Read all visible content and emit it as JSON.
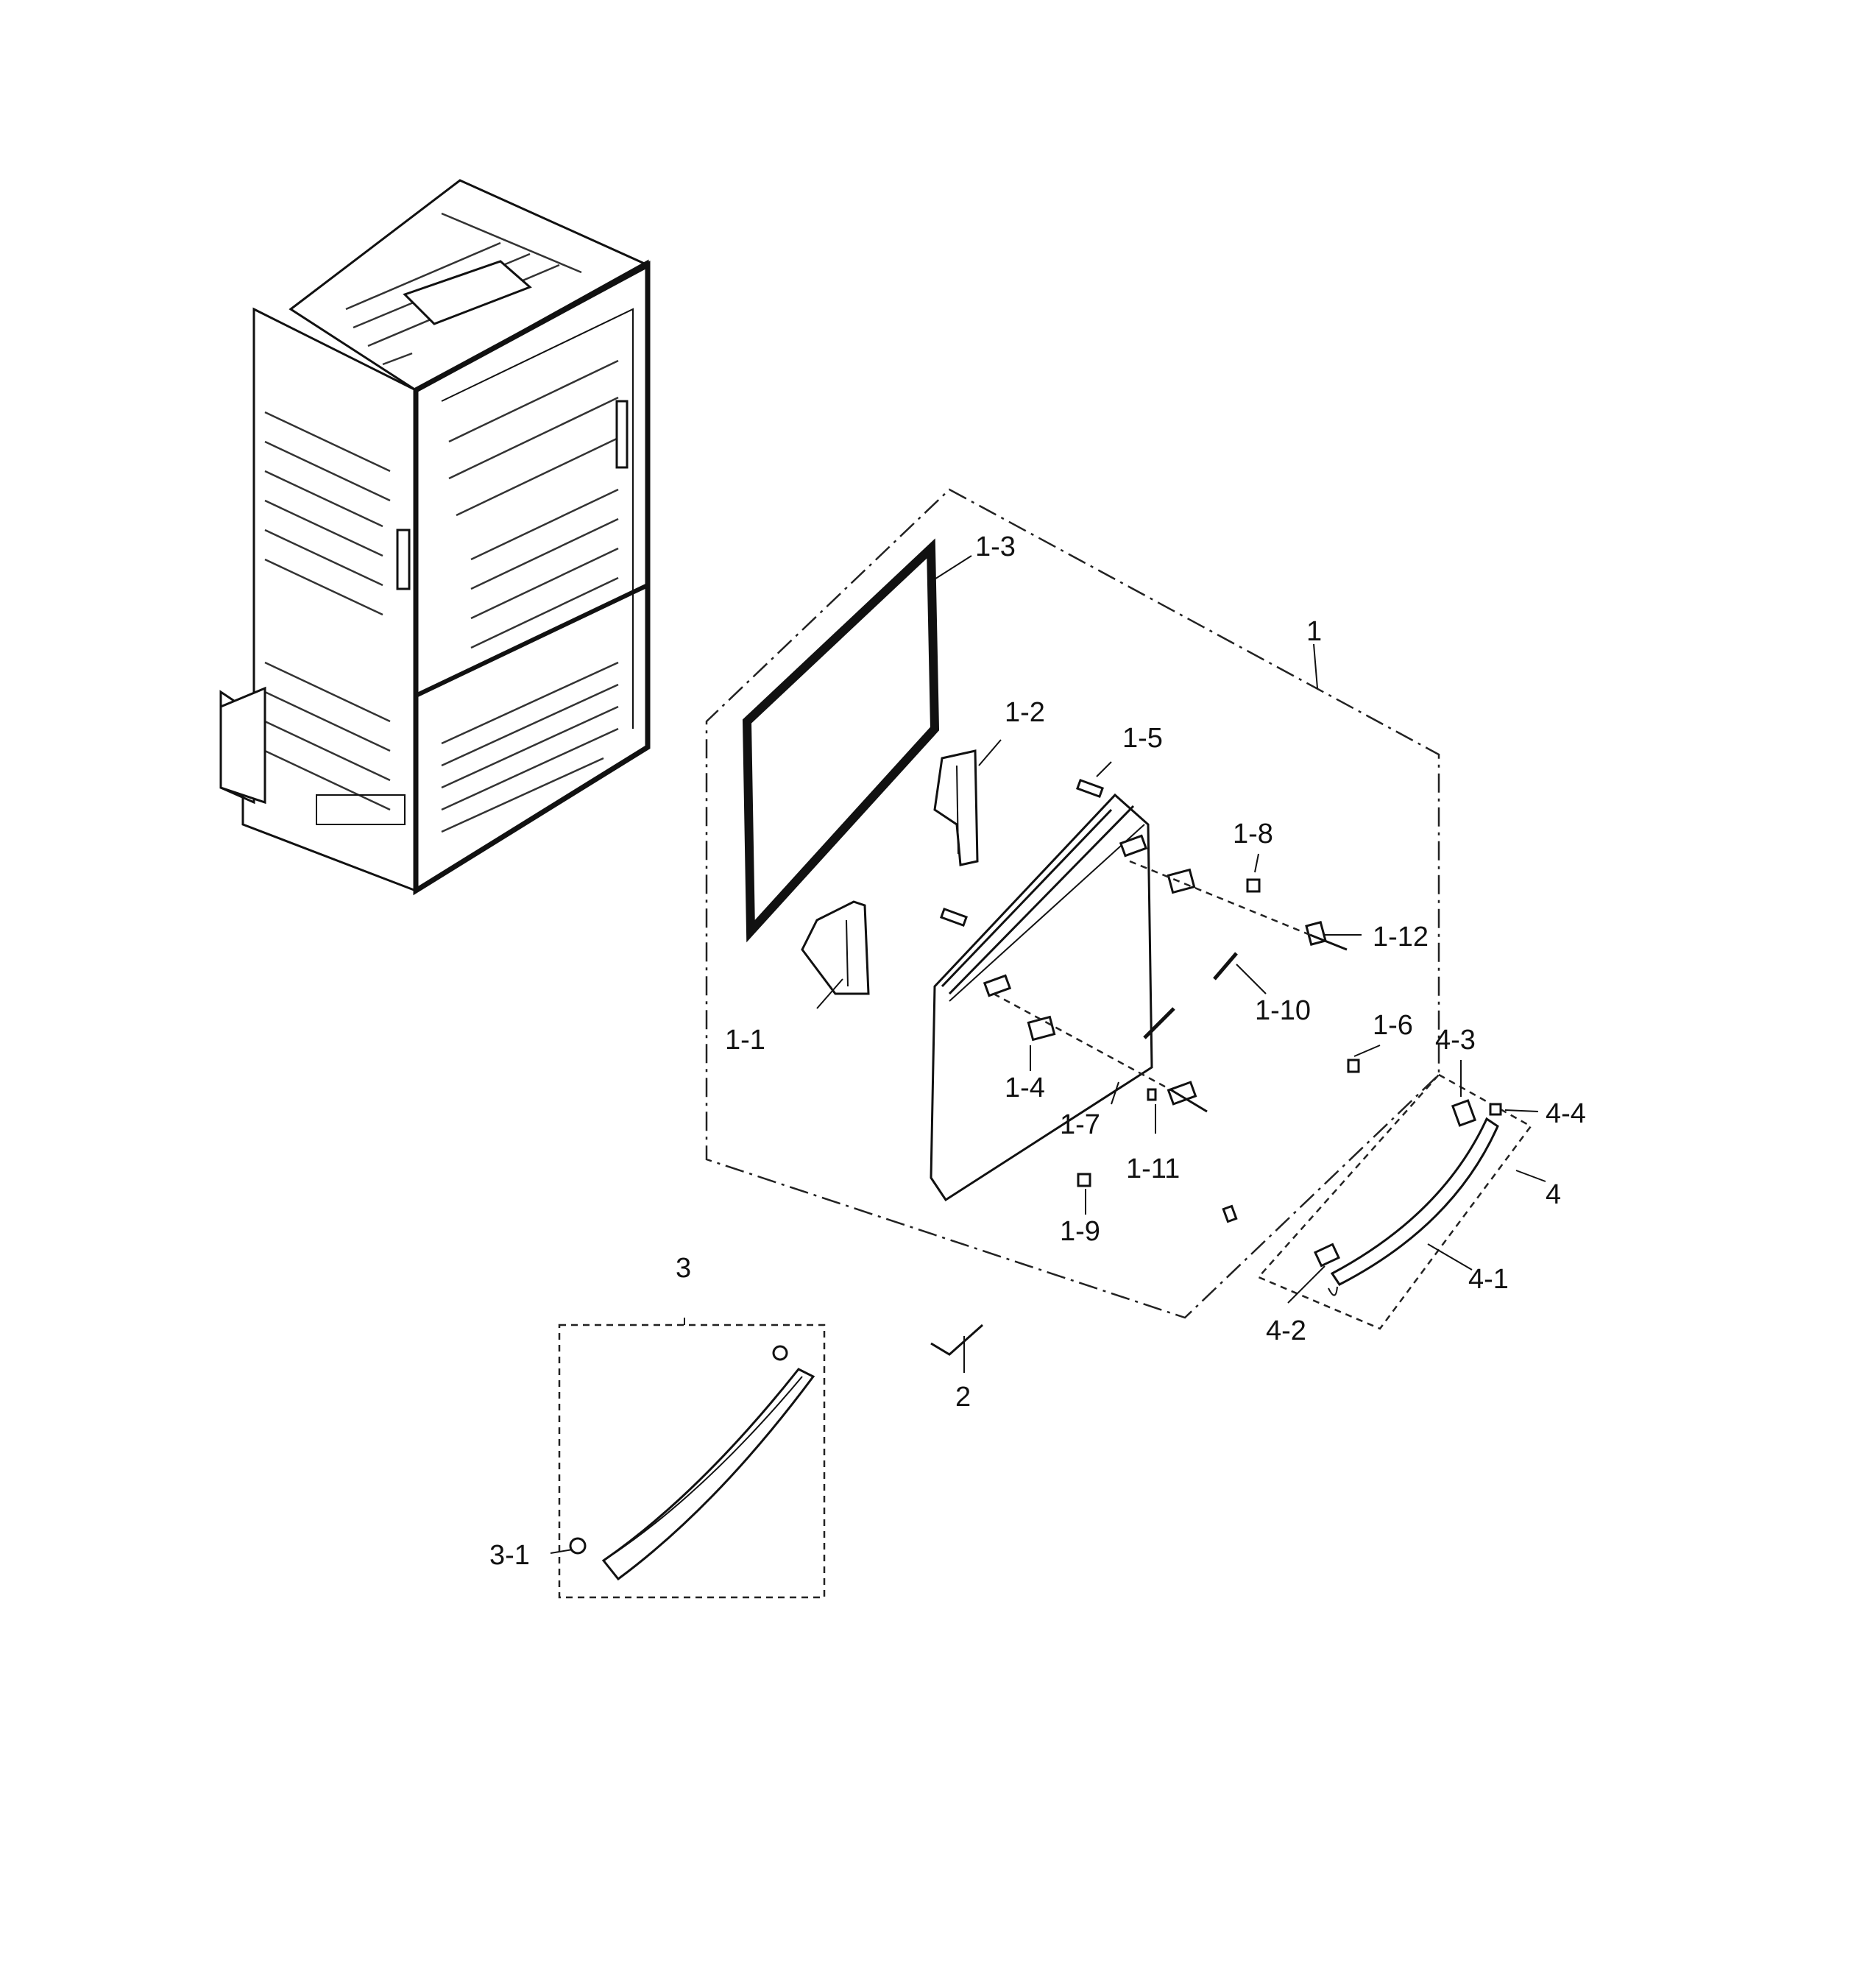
{
  "labels": {
    "p1": "1",
    "p1_1": "1-1",
    "p1_2": "1-2",
    "p1_3": "1-3",
    "p1_4": "1-4",
    "p1_5": "1-5",
    "p1_6": "1-6",
    "p1_7": "1-7",
    "p1_8": "1-8",
    "p1_9": "1-9",
    "p1_10": "1-10",
    "p1_11": "1-11",
    "p1_12": "1-12",
    "p2": "2",
    "p3": "3",
    "p3_1": "3-1",
    "p4": "4",
    "p4_1": "4-1",
    "p4_2": "4-2",
    "p4_3": "4-3",
    "p4_4": "4-4"
  },
  "colors": {
    "line": "#111111",
    "background": "#ffffff"
  }
}
